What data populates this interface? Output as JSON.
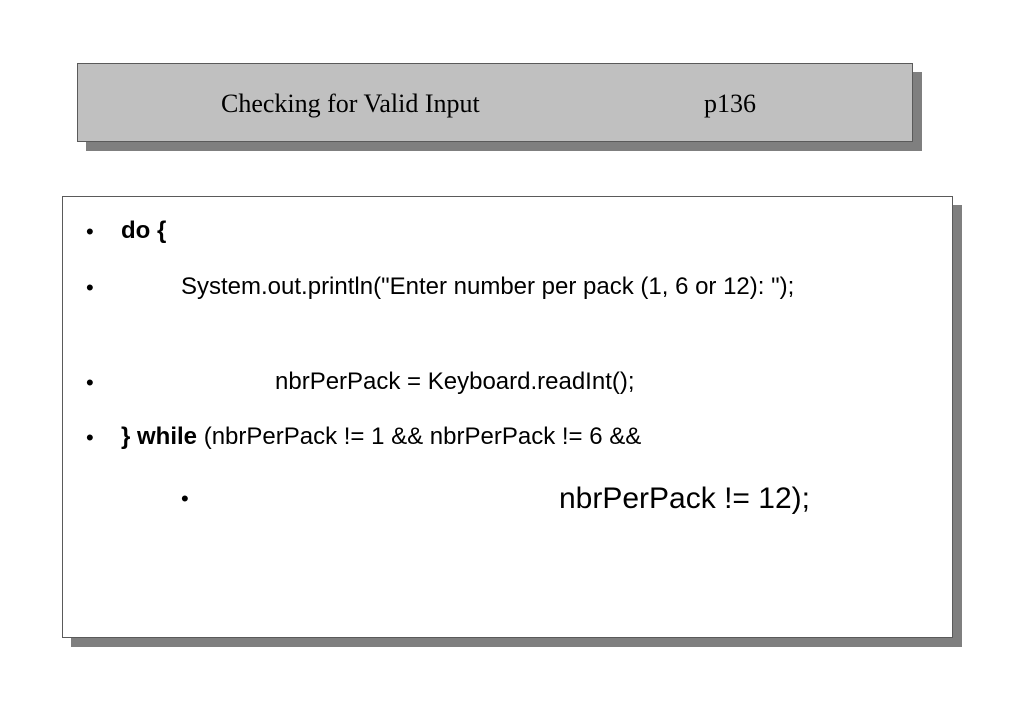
{
  "slide": {
    "title": "Checking for Valid Input",
    "page_ref": "p136",
    "bullet_char": "•",
    "lines": [
      {
        "bold_part": "do {"
      },
      {
        "text": "System.out.println(\"Enter number per pack (1, 6 or 12): \");"
      },
      {
        "text": "nbrPerPack = Keyboard.readInt();"
      },
      {
        "bold_part": "} while",
        "rest": " (nbrPerPack != 1 && nbrPerPack != 6 &&"
      }
    ],
    "sub_line": {
      "text": "nbrPerPack != 12);"
    }
  }
}
